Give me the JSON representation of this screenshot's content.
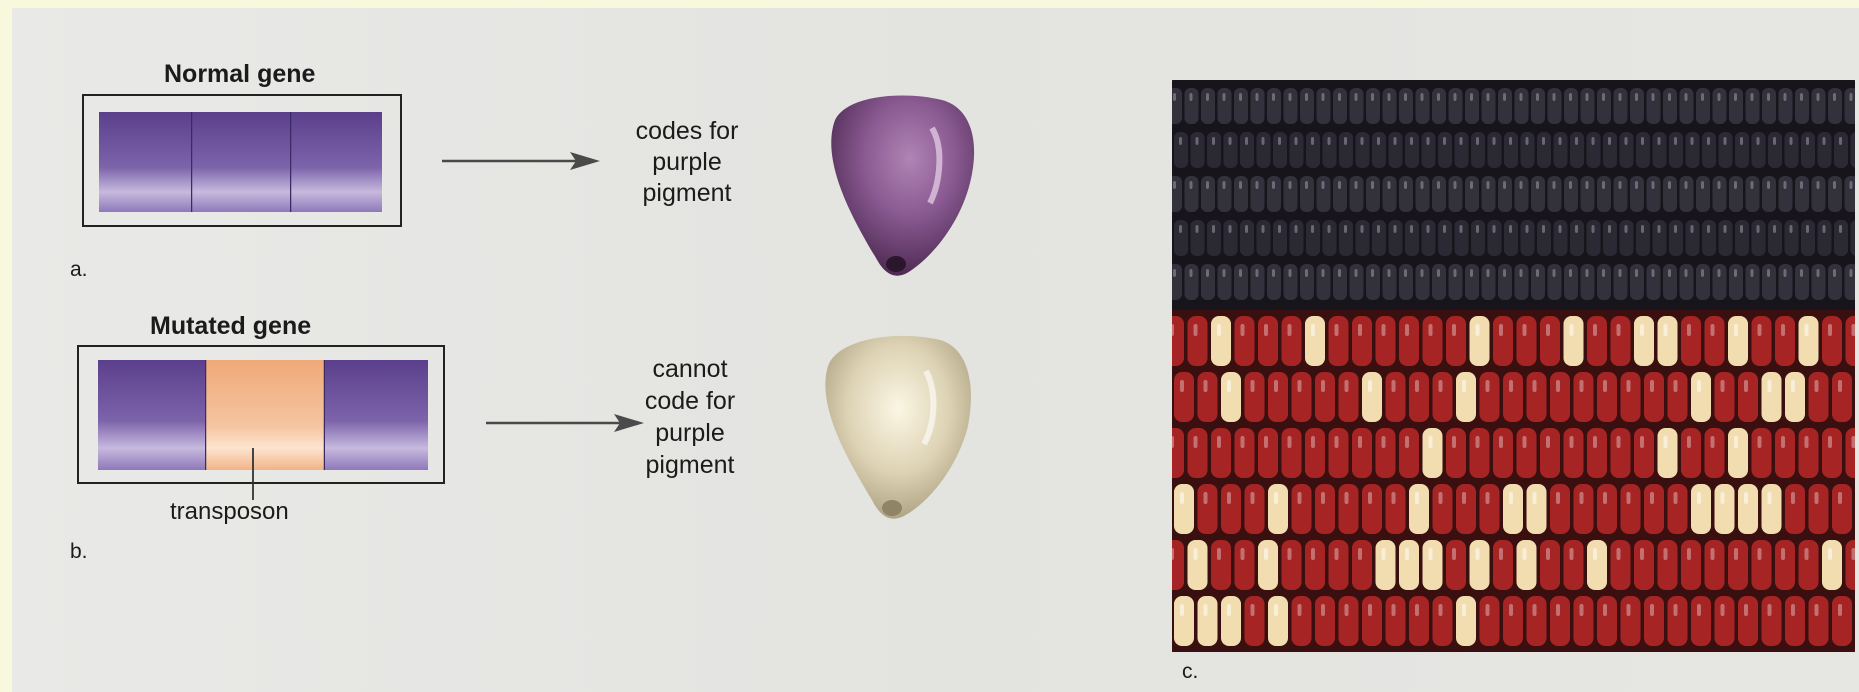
{
  "figure": {
    "panel_a": {
      "title": "Normal gene",
      "letter": "a.",
      "description_lines": [
        "codes for",
        "purple",
        "pigment"
      ]
    },
    "panel_b": {
      "title": "Mutated gene",
      "letter": "b.",
      "description_lines": [
        "cannot",
        "code for",
        "purple",
        "pigment"
      ],
      "callout_label": "transposon"
    },
    "panel_c": {
      "letter": "c."
    },
    "colors": {
      "purple_segment": "#6a4a98",
      "transposon_segment": "#f0b48c",
      "purple_kernel": "#7b4a86",
      "white_kernel": "#d6cdb1",
      "red_kernel": "#a72424"
    }
  }
}
